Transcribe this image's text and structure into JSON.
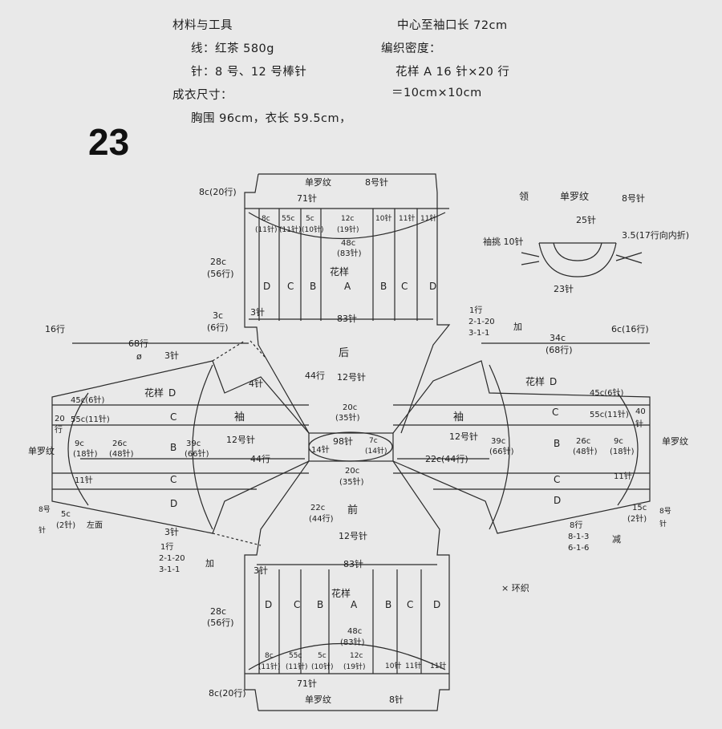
{
  "header": {
    "materials_title": "材料与工具",
    "yarn": "线：红茶 580g",
    "needles": "针：8 号、12 号棒针",
    "size_title": "成衣尺寸：",
    "size_values": "胸围 96cm，衣长 59.5cm，",
    "sleeve_length": "中心至袖口长 72cm",
    "gauge_title": "编织密度：",
    "gauge_pattern": "花样 A 16 针×20 行",
    "gauge_equals": "＝10cm×10cm"
  },
  "figure_number": "23",
  "back": {
    "rib_label": "单罗纹",
    "rib_needle": "8号针",
    "rib_height": "8c(20行)",
    "top_sts": "71针",
    "col_cm": [
      "8c",
      "55c",
      "5c",
      "12c",
      "10针",
      "11针",
      "11针"
    ],
    "col_sts": [
      "(11针)",
      "(11针)",
      "(10针)",
      "(19针)"
    ],
    "total": "48c",
    "total_sts": "(83针)",
    "height_cm": "28c",
    "height_rows": "(56行)",
    "letters": [
      "D",
      "C",
      "B",
      "A",
      "B",
      "C",
      "D"
    ],
    "pattern_word": "花样",
    "armhole_cm": "3c",
    "armhole_rows": "(6行)",
    "armhole_sts": "3针",
    "width_sts": "83针",
    "title": "后",
    "rows44": "44行",
    "needle12": "12号针"
  },
  "front": {
    "title": "前",
    "needle12": "12号针",
    "cm22": "22c",
    "rows44": "(44行)",
    "width_sts": "83针",
    "side_sts": "3针",
    "pattern_word": "花样",
    "letters": [
      "D",
      "C",
      "B",
      "A",
      "B",
      "C",
      "D"
    ],
    "total": "48c",
    "total_sts": "(83针)",
    "height_cm": "28c",
    "height_rows": "(56行)",
    "col_cm": [
      "8c",
      "55c",
      "5c",
      "12c",
      "10针",
      "11针",
      "11针"
    ],
    "col_sts": [
      "(11针)",
      "(11针)",
      "(10针)",
      "(19针)"
    ],
    "bottom_sts": "71针",
    "rib_height": "8c(20行)",
    "rib_label": "单罗纹",
    "rib_needle": "8针"
  },
  "left_sleeve": {
    "title": "袖",
    "pattern_word": "花样",
    "rows": [
      {
        "cm": "45c(6针)",
        "letter": "D"
      },
      {
        "cm": "55c(11针)",
        "letter": "C"
      },
      {
        "cm": "9c",
        "sts": "(18针)",
        "letter": "B"
      },
      {
        "cm": "11针",
        "letter": "C"
      },
      {
        "cm": "",
        "letter": "D"
      }
    ],
    "d_label": "D",
    "width_cm": "26c",
    "width_sts": "(48针)",
    "cuff_cm": "20",
    "cuff_rows": "行",
    "rib_label": "单罗纹",
    "needle12": "12号针",
    "len_cm": "39c",
    "len_sts": "(66针)",
    "rows44": "44行",
    "top_len": "68行",
    "cuff_len": "16行",
    "deg_mark": "ø",
    "top_sts": "3针",
    "seam_sts": "4针",
    "cuff_bottom": "5c",
    "cuff_bottom_sts": "(2针)",
    "cuff_bottom_word": "左面",
    "needle8_a": "8号",
    "needle8_b": "针",
    "dec_sts": "3针",
    "dec_rows": "1行",
    "dec_formula1": "2-1-20",
    "dec_formula2": "3-1-1",
    "dec_word": "加"
  },
  "center": {
    "width_cm": "20c",
    "width_sts": "(35针)",
    "left_sts": "14针",
    "mid_sts": "98针",
    "right_cm": "7c",
    "right_sts": "(14针)",
    "bottom_cm": "20c",
    "bottom_sts": "(35针)"
  },
  "right_sleeve": {
    "title": "袖",
    "pattern_word": "花样",
    "rows": [
      {
        "cm": "45c(6针)",
        "letter": "D"
      },
      {
        "cm": "55c(11针)",
        "letter": "C"
      },
      {
        "cm": "9c",
        "sts": "(18针)",
        "letter": "B"
      },
      {
        "cm": "11针",
        "letter": "C"
      },
      {
        "cm": "",
        "letter": "D"
      }
    ],
    "width_cm": "26c",
    "width_sts": "(48针)",
    "cuff_sts": "40",
    "cuff_unit": "针",
    "rib_label": "单罗纹",
    "needle12": "12号针",
    "len_cm": "39c",
    "len_sts": "(66针)",
    "rows44": "22c(44行)",
    "top_cm": "34c",
    "top_rows": "(68行)",
    "cuff_cm": "6c(16行)",
    "inc_rows": "1行",
    "inc_formula1": "2-1-20",
    "inc_formula2": "3-1-1",
    "inc_word": "加",
    "dec_rows": "8行",
    "dec_formula1": "8-1-3",
    "dec_formula2": "6-1-6",
    "dec_word": "减",
    "cuff_bottom": "15c",
    "cuff_bottom_sts": "(2针)",
    "needle8_a": "8号",
    "needle8_b": "针"
  },
  "collar": {
    "title": "领",
    "rib_label": "单罗纹",
    "needle": "8号针",
    "top_sts": "25针",
    "side_left": "袖挑 10针",
    "side_right": "3.5(17行向内折)",
    "bottom_sts": "23针"
  },
  "note": "× 环织"
}
